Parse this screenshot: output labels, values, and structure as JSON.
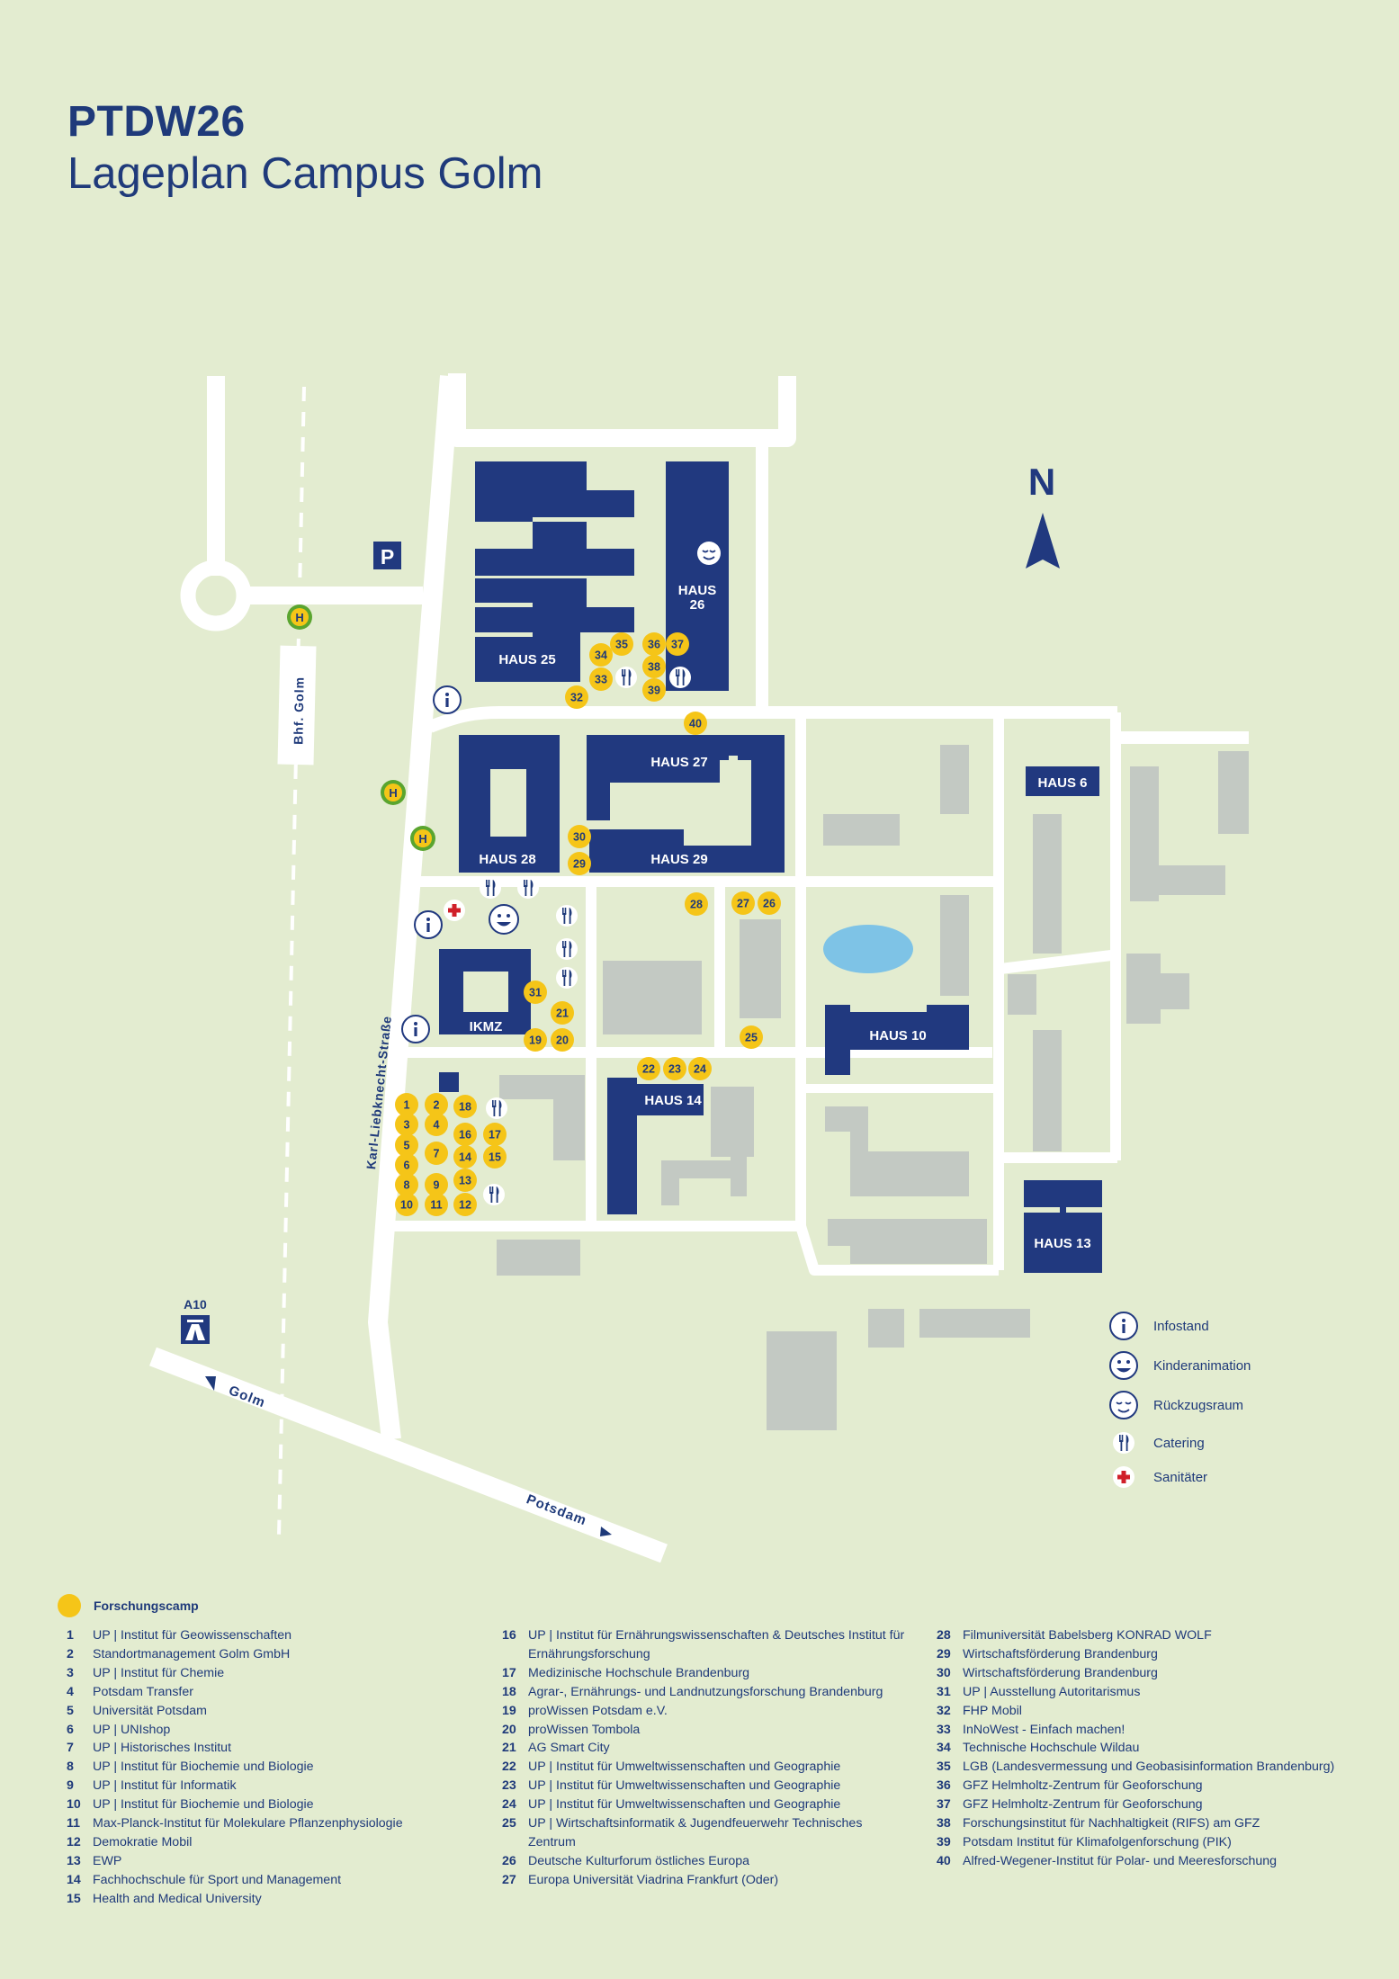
{
  "header": {
    "title": "PTDW26",
    "subtitle": "Lageplan Campus Golm"
  },
  "map": {
    "north_label": "N",
    "parking_label": "P",
    "motorway_label": "A10",
    "station_label": "Bhf. Golm",
    "street_label": "Karl-Liebknecht-Straße",
    "direction_golm": "Golm",
    "direction_potsdam": "Potsdam",
    "bus_stop_symbol": "H",
    "buildings": {
      "haus25": "HAUS 25",
      "haus26_line1": "HAUS",
      "haus26_line2": "26",
      "haus27": "HAUS 27",
      "haus28": "HAUS 28",
      "haus29": "HAUS 29",
      "haus6": "HAUS 6",
      "ikmz": "IKMZ",
      "haus10": "HAUS 10",
      "haus14": "HAUS 14",
      "haus13": "HAUS 13"
    },
    "markers": {
      "m1": "1",
      "m2": "2",
      "m3": "3",
      "m4": "4",
      "m5": "5",
      "m6": "6",
      "m7": "7",
      "m8": "8",
      "m9": "9",
      "m10": "10",
      "m11": "11",
      "m12": "12",
      "m13": "13",
      "m14": "14",
      "m15": "15",
      "m16": "16",
      "m17": "17",
      "m18": "18",
      "m19": "19",
      "m20": "20",
      "m21": "21",
      "m22": "22",
      "m23": "23",
      "m24": "24",
      "m25": "25",
      "m26": "26",
      "m27": "27",
      "m28": "28",
      "m29": "29",
      "m30": "30",
      "m31": "31",
      "m32": "32",
      "m33": "33",
      "m34": "34",
      "m35": "35",
      "m36": "36",
      "m37": "37",
      "m38": "38",
      "m39": "39",
      "m40": "40"
    },
    "colors": {
      "background": "#e3ecd0",
      "building": "#21397f",
      "other_building": "#c3c9c3",
      "road": "#ffffff",
      "marker": "#f5c518",
      "pond": "#7ec3e6",
      "bus_stop": "#5aa52f",
      "first_aid": "#d0202a"
    }
  },
  "legend": {
    "infostand": "Infostand",
    "kinderanimation": "Kinderanimation",
    "rueckzugsraum": "Rückzugsraum",
    "catering": "Catering",
    "sanitaeter": "Sanitäter"
  },
  "research_camp": {
    "title": "Forschungscamp",
    "col1": [
      {
        "num": "1",
        "text": "UP | Institut für Geowissenschaften"
      },
      {
        "num": "2",
        "text": "Standortmanagement Golm GmbH"
      },
      {
        "num": "3",
        "text": "UP | Institut für Chemie"
      },
      {
        "num": "4",
        "text": "Potsdam Transfer"
      },
      {
        "num": "5",
        "text": "Universität Potsdam"
      },
      {
        "num": "6",
        "text": "UP | UNIshop"
      },
      {
        "num": "7",
        "text": "UP | Historisches Institut"
      },
      {
        "num": "8",
        "text": "UP | Institut für Biochemie und Biologie"
      },
      {
        "num": "9",
        "text": "UP | Institut für Informatik"
      },
      {
        "num": "10",
        "text": "UP | Institut für Biochemie und Biologie"
      },
      {
        "num": "11",
        "text": "Max-Planck-Institut für Molekulare Pflanzenphysiologie"
      },
      {
        "num": "12",
        "text": "Demokratie Mobil"
      },
      {
        "num": "13",
        "text": "EWP"
      },
      {
        "num": "14",
        "text": "Fachhochschule für Sport und Management"
      },
      {
        "num": "15",
        "text": "Health and Medical University"
      }
    ],
    "col2": [
      {
        "num": "16",
        "text": "UP | Institut für Ernährungswissenschaften & Deutsches Institut für Ernährungsforschung"
      },
      {
        "num": "17",
        "text": "Medizinische Hochschule Brandenburg"
      },
      {
        "num": "18",
        "text": "Agrar-, Ernährungs- und Landnutzungsforschung Brandenburg"
      },
      {
        "num": "19",
        "text": "proWissen Potsdam e.V."
      },
      {
        "num": "20",
        "text": "proWissen Tombola"
      },
      {
        "num": "21",
        "text": "AG Smart City"
      },
      {
        "num": "22",
        "text": "UP | Institut für Umweltwissenschaften und Geographie"
      },
      {
        "num": "23",
        "text": "UP | Institut für Umweltwissenschaften und Geographie"
      },
      {
        "num": "24",
        "text": "UP | Institut für Umweltwissenschaften und Geographie"
      },
      {
        "num": "25",
        "text": "UP | Wirtschaftsinformatik & Jugendfeuerwehr Technisches Zentrum"
      },
      {
        "num": "26",
        "text": "Deutsche Kulturforum östliches Europa"
      },
      {
        "num": "27",
        "text": "Europa Universität Viadrina Frankfurt (Oder)"
      }
    ],
    "col3": [
      {
        "num": "28",
        "text": "Filmuniversität Babelsberg KONRAD WOLF"
      },
      {
        "num": "29",
        "text": "Wirtschaftsförderung Brandenburg"
      },
      {
        "num": "30",
        "text": "Wirtschaftsförderung Brandenburg"
      },
      {
        "num": "31",
        "text": "UP | Ausstellung Autoritarismus"
      },
      {
        "num": "32",
        "text": "FHP Mobil"
      },
      {
        "num": "33",
        "text": "InNoWest - Einfach machen!"
      },
      {
        "num": "34",
        "text": "Technische Hochschule Wildau"
      },
      {
        "num": "35",
        "text": "LGB (Landesvermessung und Geobasisinformation Brandenburg)"
      },
      {
        "num": "36",
        "text": "GFZ Helmholtz-Zentrum für Geoforschung"
      },
      {
        "num": "37",
        "text": "GFZ Helmholtz-Zentrum für Geoforschung"
      },
      {
        "num": "38",
        "text": "Forschungsinstitut für Nachhaltigkeit (RIFS) am GFZ"
      },
      {
        "num": "39",
        "text": "Potsdam Institut für Klimafolgenforschung (PIK)"
      },
      {
        "num": "40",
        "text": "Alfred-Wegener-Institut für Polar- und Meeresforschung"
      }
    ]
  }
}
